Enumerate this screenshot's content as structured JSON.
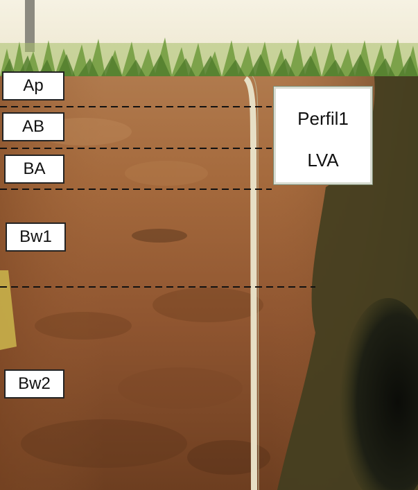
{
  "photo": {
    "subject": "soil-profile-pit",
    "colors": {
      "sky": "#f1ecd9",
      "grass": "#7ea84a",
      "soil": "#9b5f34",
      "soil_dark": "#5a3518",
      "shadow": "#1a1a12",
      "moss": "#4a5a2e"
    }
  },
  "horizons": [
    {
      "id": "ap",
      "label": "Ap"
    },
    {
      "id": "ab",
      "label": "AB"
    },
    {
      "id": "ba",
      "label": "BA"
    },
    {
      "id": "bw1",
      "label": "Bw1"
    },
    {
      "id": "bw2",
      "label": "Bw2"
    }
  ],
  "sign": {
    "line1": "Perfil1",
    "line2": "LVA"
  }
}
